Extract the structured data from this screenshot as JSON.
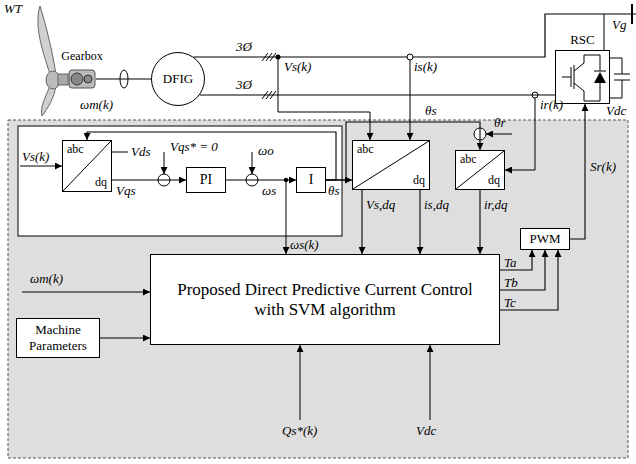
{
  "diagram": {
    "nodes": [
      {
        "text": [
          "Gearbox"
        ]
      },
      {
        "text": [
          "DFIG"
        ]
      },
      {
        "text": [
          "RSC"
        ]
      },
      {
        "text": [
          "abc",
          "dq"
        ]
      },
      {
        "text": [
          "PI"
        ]
      },
      {
        "text": [
          "I"
        ]
      },
      {
        "text": [
          "abc",
          "dq"
        ]
      },
      {
        "text": [
          "abc",
          "dq"
        ]
      },
      {
        "text": [
          "Proposed Direct Predictive Current Control with SVM algorithm"
        ]
      },
      {
        "text": [
          "Machine Parameters"
        ]
      },
      {
        "text": [
          "PWM"
        ]
      }
    ],
    "edges": [
      {
        "from": 0,
        "to": 1,
        "arrow": "none"
      },
      {
        "from": 1,
        "to": 2,
        "arrow": "none"
      },
      {
        "from": 3,
        "to": 4,
        "arrow": "to"
      },
      {
        "from": 4,
        "to": 5,
        "arrow": "to"
      },
      {
        "from": 5,
        "to": 3,
        "arrow": "to"
      },
      {
        "from": 5,
        "to": 6,
        "arrow": "to"
      },
      {
        "from": 5,
        "to": 7,
        "arrow": "to"
      },
      {
        "from": 6,
        "to": 8,
        "arrow": "to"
      },
      {
        "from": 6,
        "to": 8,
        "arrow": "to"
      },
      {
        "from": 7,
        "to": 8,
        "arrow": "to"
      },
      {
        "from": 9,
        "to": 8,
        "arrow": "to"
      },
      {
        "from": 8,
        "to": 10,
        "arrow": "to"
      },
      {
        "from": 8,
        "to": 10,
        "arrow": "to"
      },
      {
        "from": 8,
        "to": 10,
        "arrow": "to"
      },
      {
        "from": 10,
        "to": 2,
        "arrow": "to"
      }
    ],
    "labels": [
      "WT",
      "3Ø",
      "3Ø",
      "Vg",
      "Vdc",
      "Vs(k)",
      "is(k)",
      "ir(k)",
      "ωm(k)",
      "Vs(k)",
      "Vds",
      "Vqs",
      "Vqs* = 0",
      "ωo",
      "ωs",
      "θs",
      "θs",
      "θr",
      "Vs,dq",
      "is,dq",
      "ir,dq",
      "ωs(k)",
      "ωm(k)",
      "Qs*(k)",
      "Vdc",
      "Ta",
      "Tb",
      "Tc",
      "Sr(k)"
    ]
  }
}
